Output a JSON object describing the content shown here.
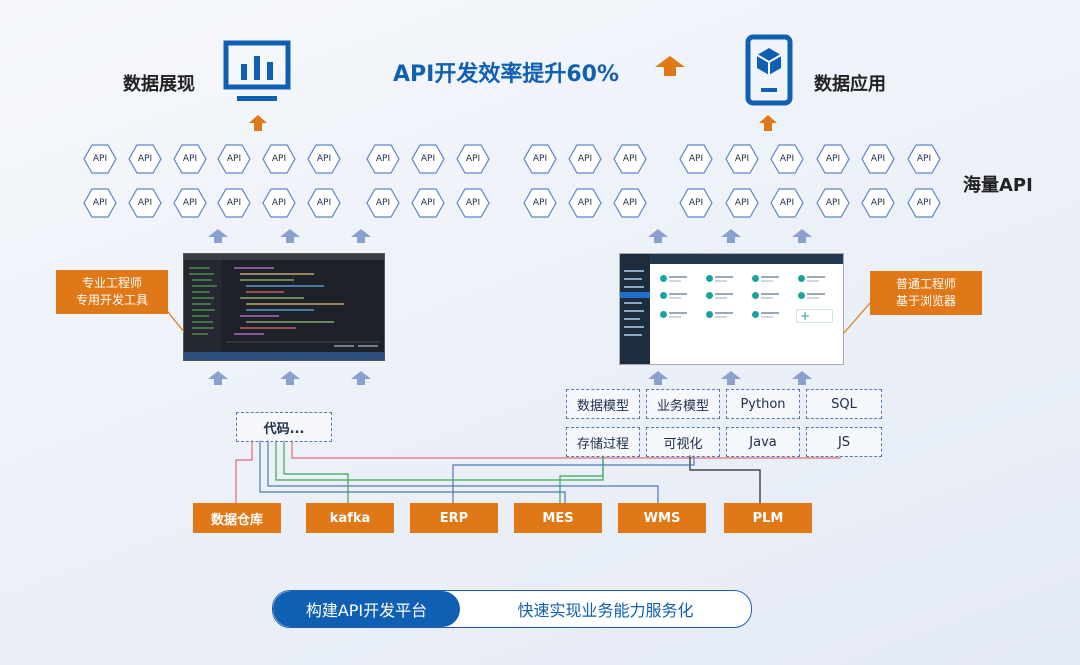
{
  "headline": "API开发效率提升60%",
  "left_top_label": "数据展现",
  "right_top_label": "数据应用",
  "massive_api_label": "海量API",
  "api_label": "API",
  "left_callout_line1": "专业工程师",
  "left_callout_line2": "专用开发工具",
  "right_callout_line1": "普通工程师",
  "right_callout_line2": "基于浏览器",
  "code_box": "代码...",
  "model_boxes": [
    "数据模型",
    "业务模型",
    "Python",
    "SQL",
    "存储过程",
    "可视化",
    "Java",
    "JS"
  ],
  "sources": [
    "数据仓库",
    "kafka",
    "ERP",
    "MES",
    "WMS",
    "PLM"
  ],
  "pill_left": "构建API开发平台",
  "pill_right": "快速实现业务能力服务化",
  "colors": {
    "brand_blue": "#0f5fb3",
    "orange": "#e07818",
    "arrow_blue": "#8aa0cf",
    "hex_border": "#5b86c9"
  }
}
